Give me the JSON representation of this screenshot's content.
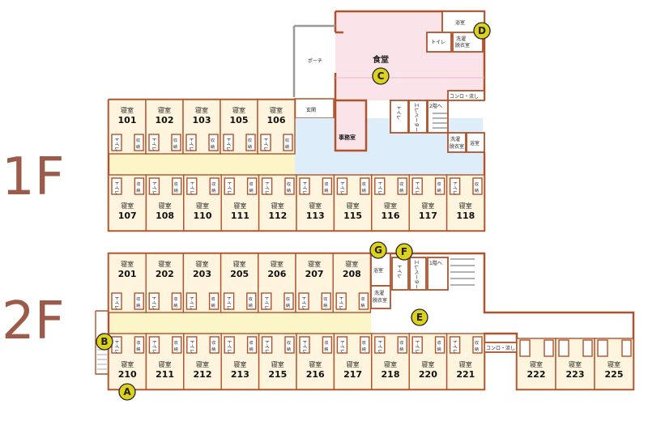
{
  "floors": [
    "1F",
    "2F"
  ],
  "room_word": "寝室",
  "toilet_word": "トイレ",
  "storage_word": "収納",
  "floor1": {
    "top_rooms": [
      "101",
      "102",
      "103",
      "105",
      "106"
    ],
    "bottom_rooms": [
      "107",
      "108",
      "110",
      "111",
      "112",
      "113",
      "115",
      "116",
      "117",
      "118"
    ],
    "entrance": "玄関",
    "porch": "ポーチ",
    "dining": "食堂",
    "office": "事務室",
    "bath": "浴室",
    "toilet": "トイレ",
    "laundry": "洗濯\n脱衣室",
    "kitchen": "コンロ・流し",
    "stairs": "2階へ",
    "elevator": "エレベーター",
    "bath2": "浴室",
    "laundry2": "洗濯\n脱衣室"
  },
  "floor2": {
    "top_rooms": [
      "201",
      "202",
      "203",
      "205",
      "206",
      "207",
      "208"
    ],
    "bottom_rooms": [
      "210",
      "211",
      "212",
      "213",
      "215",
      "216",
      "217",
      "218",
      "220",
      "221"
    ],
    "annex_rooms": [
      "222",
      "223",
      "225"
    ],
    "bath": "浴室",
    "laundry": "洗濯\n脱衣室",
    "toilet": "トイレ",
    "elevator": "エレベーター",
    "stairs": "1階へ",
    "kitchen": "コンロ・流し"
  },
  "markers": [
    "A",
    "B",
    "C",
    "D",
    "E",
    "F",
    "G"
  ],
  "colors": {
    "wall": "#b0522a",
    "room_fill": "#fdf3dc",
    "corridor": "#fbf5c8",
    "hall": "#ddeefa",
    "dining": "#fbe3ea",
    "marker": "#dcd11c",
    "floor_label": "#9b5a4a"
  }
}
